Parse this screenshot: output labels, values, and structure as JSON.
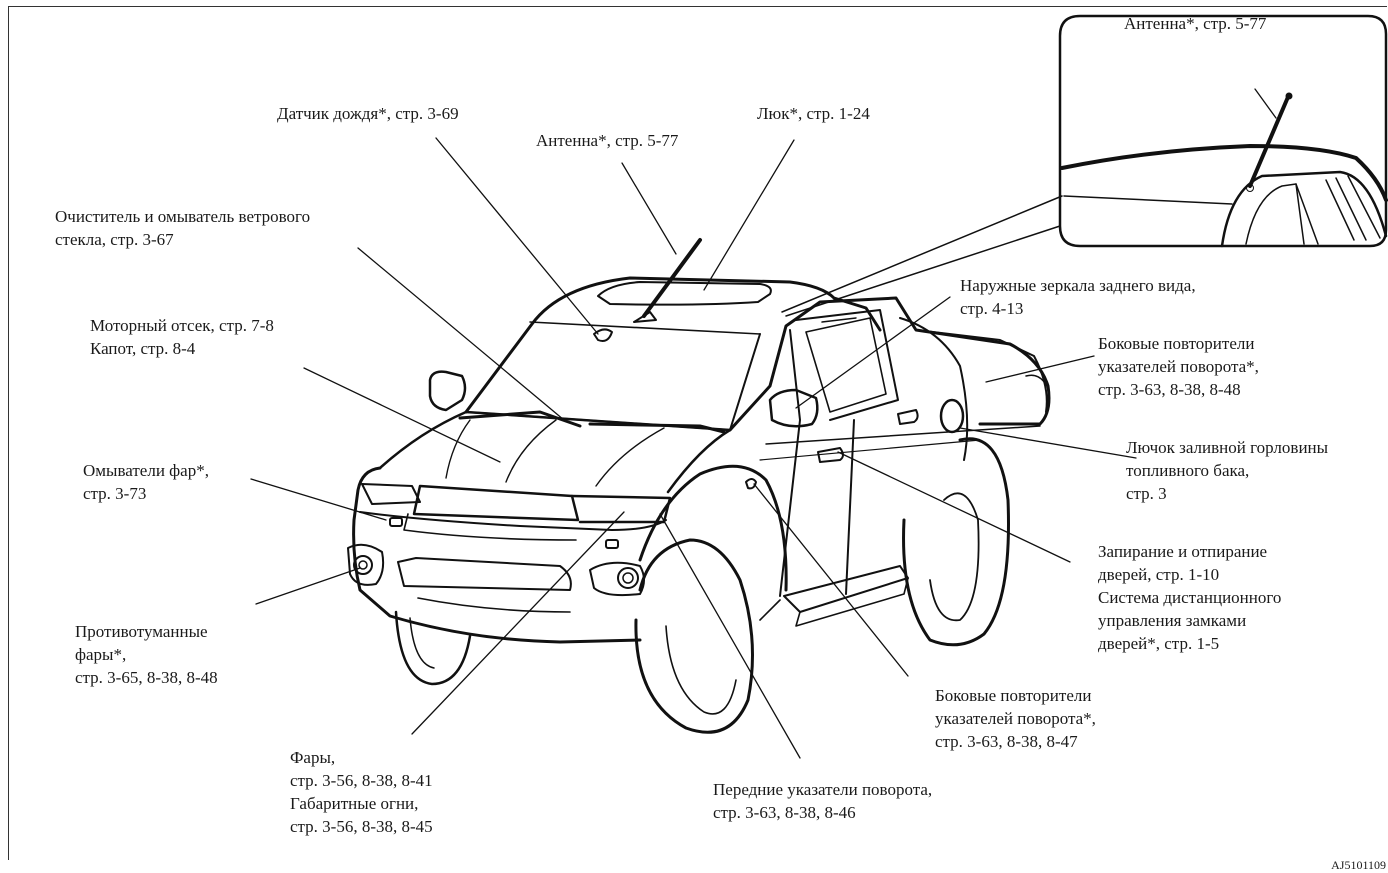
{
  "labels": {
    "rain_sensor": [
      "Датчик дождя*, стр. 3-69"
    ],
    "antenna_main": [
      "Антенна*, стр. 5-77"
    ],
    "sunroof": [
      "Люк*, стр. 1-24"
    ],
    "antenna_inset": [
      "Антенна*, стр. 5-77"
    ],
    "wiper": [
      "Очиститель и омыватель ветрового",
      "стекла, стр. 3-67"
    ],
    "engine": [
      "Моторный отсек, стр. 7-8",
      "Капот, стр. 8-4"
    ],
    "mirrors": [
      "Наружные зеркала заднего вида,",
      "стр. 4-13"
    ],
    "side_rep_upper": [
      "Боковые повторители",
      "указателей поворота*,",
      "стр. 3-63, 8-38, 8-48"
    ],
    "headlamp_washers": [
      "Омыватели фар*,",
      "стр. 3-73"
    ],
    "fuel_door": [
      "Лючок заливной горловины",
      "топливного бака,",
      "стр. 3"
    ],
    "door_lock": [
      "Запирание и отпирание",
      "дверей, стр. 1-10",
      "Система дистанционного",
      "управления замками",
      "дверей*, стр. 1-5"
    ],
    "fog_lamps": [
      "Противотуманные",
      "фары*,",
      "стр. 3-65, 8-38, 8-48"
    ],
    "side_rep_lower": [
      "Боковые повторители",
      "указателей поворота*,",
      "стр. 3-63, 8-38, 8-47"
    ],
    "headlamps": [
      "Фары,",
      "стр. 3-56, 8-38, 8-41",
      "Габаритные огни,",
      "стр. 3-56, 8-38, 8-45"
    ],
    "front_turn": [
      "Передние указатели поворота,",
      "стр. 3-63, 8-38, 8-46"
    ]
  },
  "figure_code": "AJ5101109"
}
